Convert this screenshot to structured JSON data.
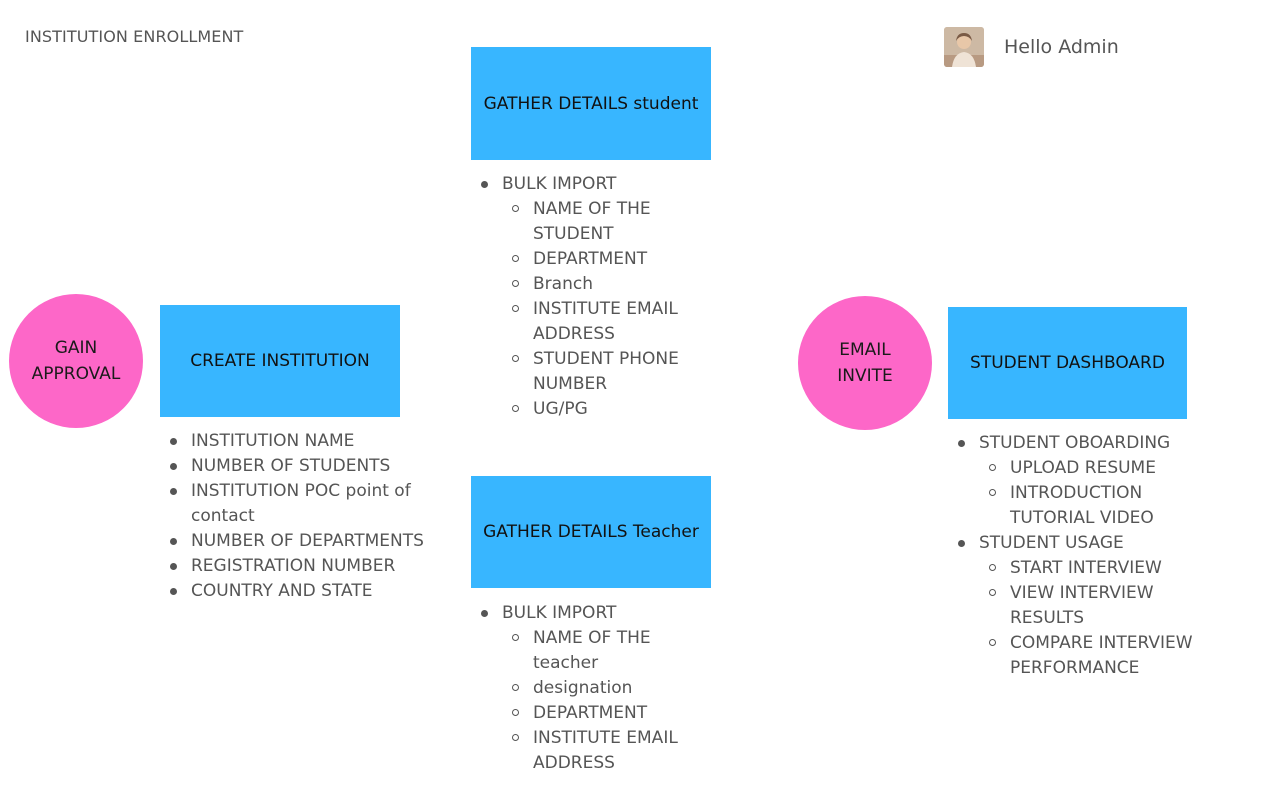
{
  "page": {
    "title": "INSTITUTION ENROLLMENT",
    "greeting": "Hello Admin"
  },
  "colors": {
    "circle_fill": "#fd67c8",
    "box_fill": "#38b6ff",
    "text": "#555555"
  },
  "icons": {
    "avatar": "user-avatar-photo"
  },
  "nodes": {
    "gain_approval": {
      "line1": "GAIN",
      "line2": "APPROVAL"
    },
    "create_institution": "CREATE INSTITUTION",
    "gather_student": "GATHER DETAILS student",
    "gather_teacher": "GATHER DETAILS Teacher",
    "email_invite": {
      "line1": "EMAIL",
      "line2": "INVITE"
    },
    "student_dashboard": "STUDENT DASHBOARD"
  },
  "institution_list": [
    "INSTITUTION NAME",
    "NUMBER OF STUDENTS",
    "INSTITUTION POC point of contact",
    "NUMBER OF DEPARTMENTS",
    "REGISTRATION NUMBER",
    "COUNTRY AND STATE"
  ],
  "student_list": {
    "label": "BULK IMPORT",
    "items": [
      "NAME OF THE STUDENT",
      "DEPARTMENT",
      "Branch",
      "INSTITUTE EMAIL ADDRESS",
      "STUDENT PHONE NUMBER",
      "UG/PG"
    ]
  },
  "teacher_list": {
    "label": "BULK IMPORT",
    "items": [
      "NAME OF THE teacher",
      "designation",
      "DEPARTMENT",
      "INSTITUTE EMAIL ADDRESS"
    ]
  },
  "dashboard_list": [
    {
      "label": "STUDENT OBOARDING",
      "items": [
        "UPLOAD RESUME",
        "INTRODUCTION TUTORIAL VIDEO"
      ]
    },
    {
      "label": "STUDENT USAGE",
      "items": [
        "START INTERVIEW",
        "VIEW INTERVIEW RESULTS",
        "COMPARE INTERVIEW PERFORMANCE"
      ]
    }
  ]
}
